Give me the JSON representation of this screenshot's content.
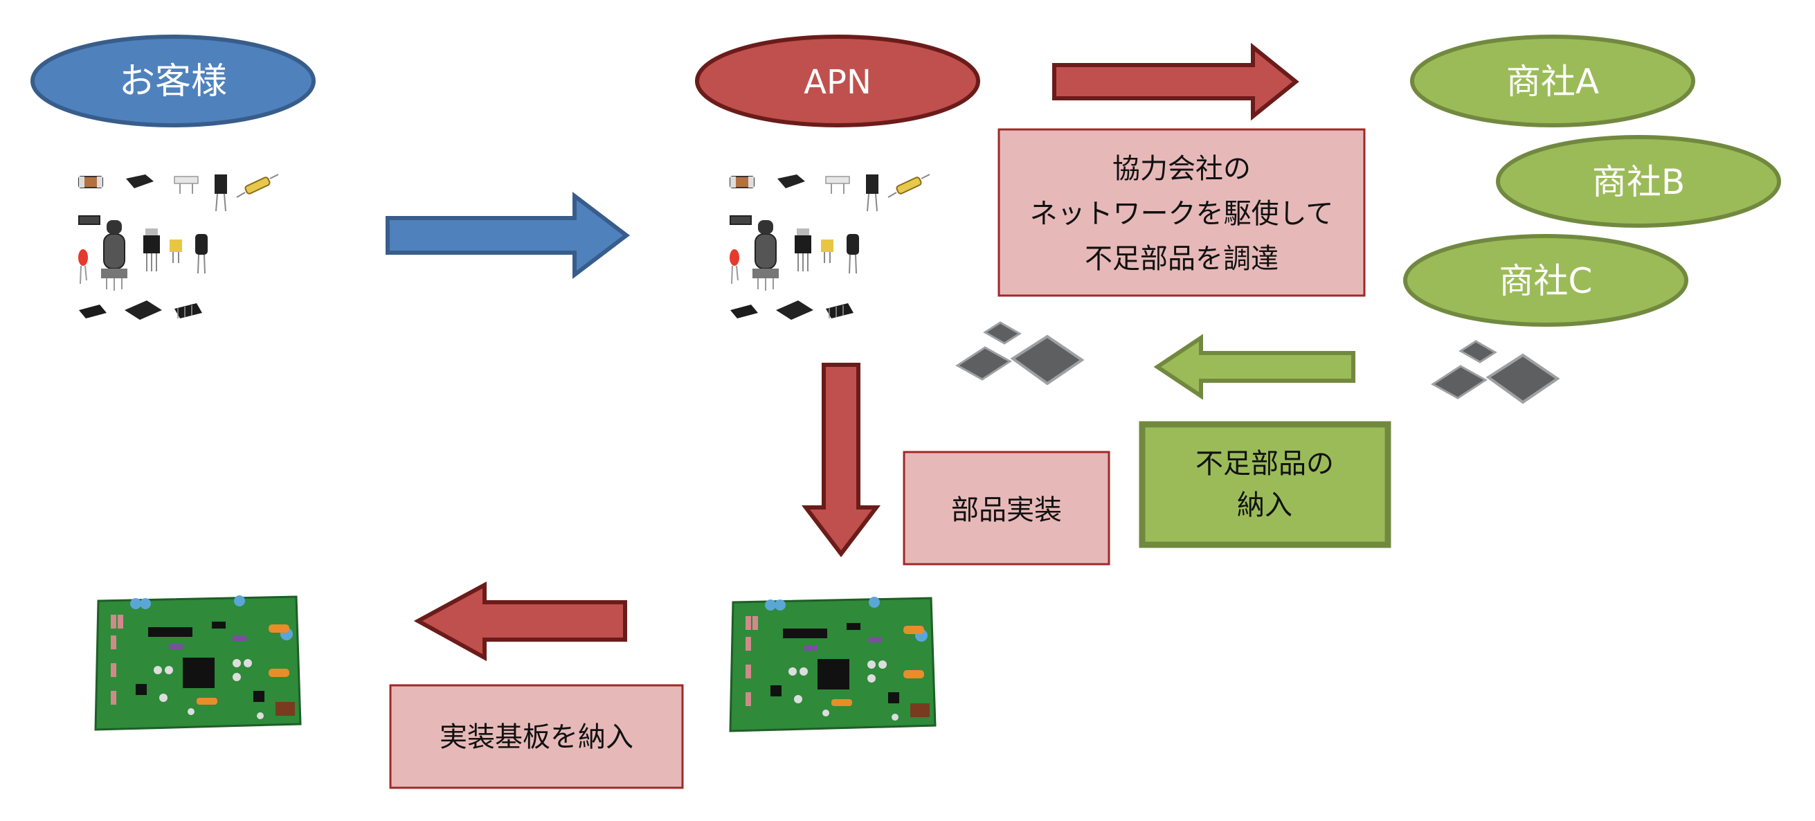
{
  "nodes": {
    "customer": "お客様",
    "apn": "APN",
    "trader_a": "商社A",
    "trader_b": "商社B",
    "trader_c": "商社C"
  },
  "notes": {
    "network": [
      "協力会社の",
      "ネットワークを駆使して",
      "不足部品を調達"
    ],
    "delivery": [
      "不足部品の",
      "納入"
    ],
    "mounting": "部品実装",
    "board_delivery": "実装基板を納入"
  },
  "colors": {
    "blue_fill": "#4f81bd",
    "blue_stroke": "#385d8a",
    "red_fill": "#c0504d",
    "red_stroke": "#6b1c1a",
    "green_fill": "#9bbb59",
    "green_stroke": "#71893f",
    "pink_fill": "#e6b9b8",
    "pink_stroke": "#a0282a"
  },
  "icons": {
    "components": "electronic-components-icon",
    "chips": "ic-chips-icon",
    "board": "circuit-board-icon"
  }
}
